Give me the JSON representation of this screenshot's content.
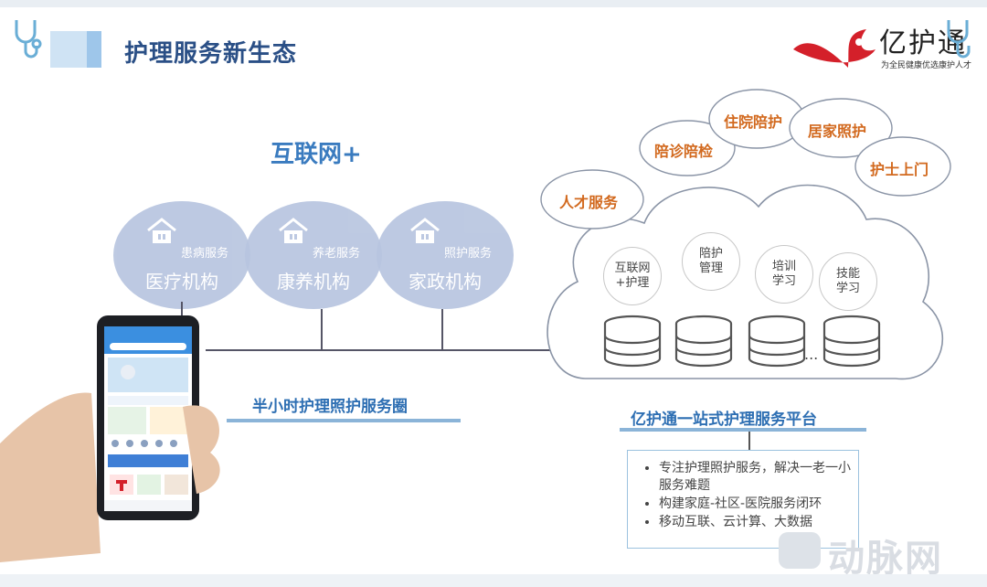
{
  "header": {
    "title": "护理服务新生态",
    "logo_name": "亿护通",
    "logo_slogan": "为全民健康优选康护人才"
  },
  "diagram": {
    "internet_label": "互联网+",
    "institutions": [
      {
        "sub": "患病服务",
        "main": "医疗机构"
      },
      {
        "sub": "养老服务",
        "main": "康养机构"
      },
      {
        "sub": "照护服务",
        "main": "家政机构"
      }
    ],
    "service_circle_label": "半小时护理照护服务圈",
    "services": [
      "陪诊陪检",
      "住院陪护",
      "居家照护",
      "护士上门",
      "人才服务"
    ],
    "cloud_items": [
      {
        "line1": "互联网",
        "line2": "+护理"
      },
      {
        "line1": "陪护",
        "line2": "管理"
      },
      {
        "line1": "培训",
        "line2": "学习"
      },
      {
        "line1": "技能",
        "line2": "学习"
      }
    ],
    "ellipsis": "...",
    "platform_label": "亿护通一站式护理服务平台",
    "bullets": [
      "专注护理照护服务，解决一老一小服务难题",
      "构建家庭-社区-医院服务闭环",
      "移动互联、云计算、大数据"
    ]
  },
  "watermark": "动脉网",
  "colors": {
    "title": "#2a4f86",
    "accent_blue": "#2e6fb3",
    "bubble_text": "#d2691e",
    "circle_fill": "#b8c5e0",
    "logo_red": "#d4202a"
  }
}
